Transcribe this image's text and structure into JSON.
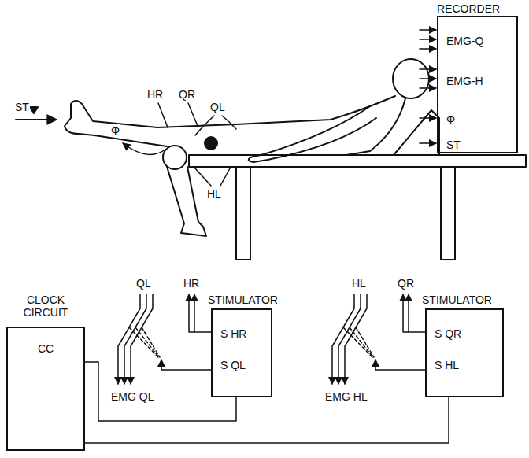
{
  "diagram": {
    "nodes": [
      {
        "text": [
          "RECORDER",
          "EMG-Q",
          "EMG-H",
          "Φ",
          "ST"
        ]
      },
      {
        "text": [
          "CLOCK CIRCUIT",
          "CC"
        ]
      },
      {
        "text": [
          "STIMULATOR",
          "S HR",
          "S QL"
        ]
      },
      {
        "text": [
          "STIMULATOR",
          "S QR",
          "S HL"
        ]
      }
    ],
    "edges": [
      {
        "from": 1,
        "to": 2,
        "arrow": "none"
      },
      {
        "from": 1,
        "to": 3,
        "arrow": "none"
      }
    ],
    "labels": [
      "ST",
      "HR",
      "QR",
      "QL",
      "Φ",
      "HL",
      "QL",
      "HR",
      "EMG QL",
      "HL",
      "QR",
      "EMG HL"
    ]
  }
}
